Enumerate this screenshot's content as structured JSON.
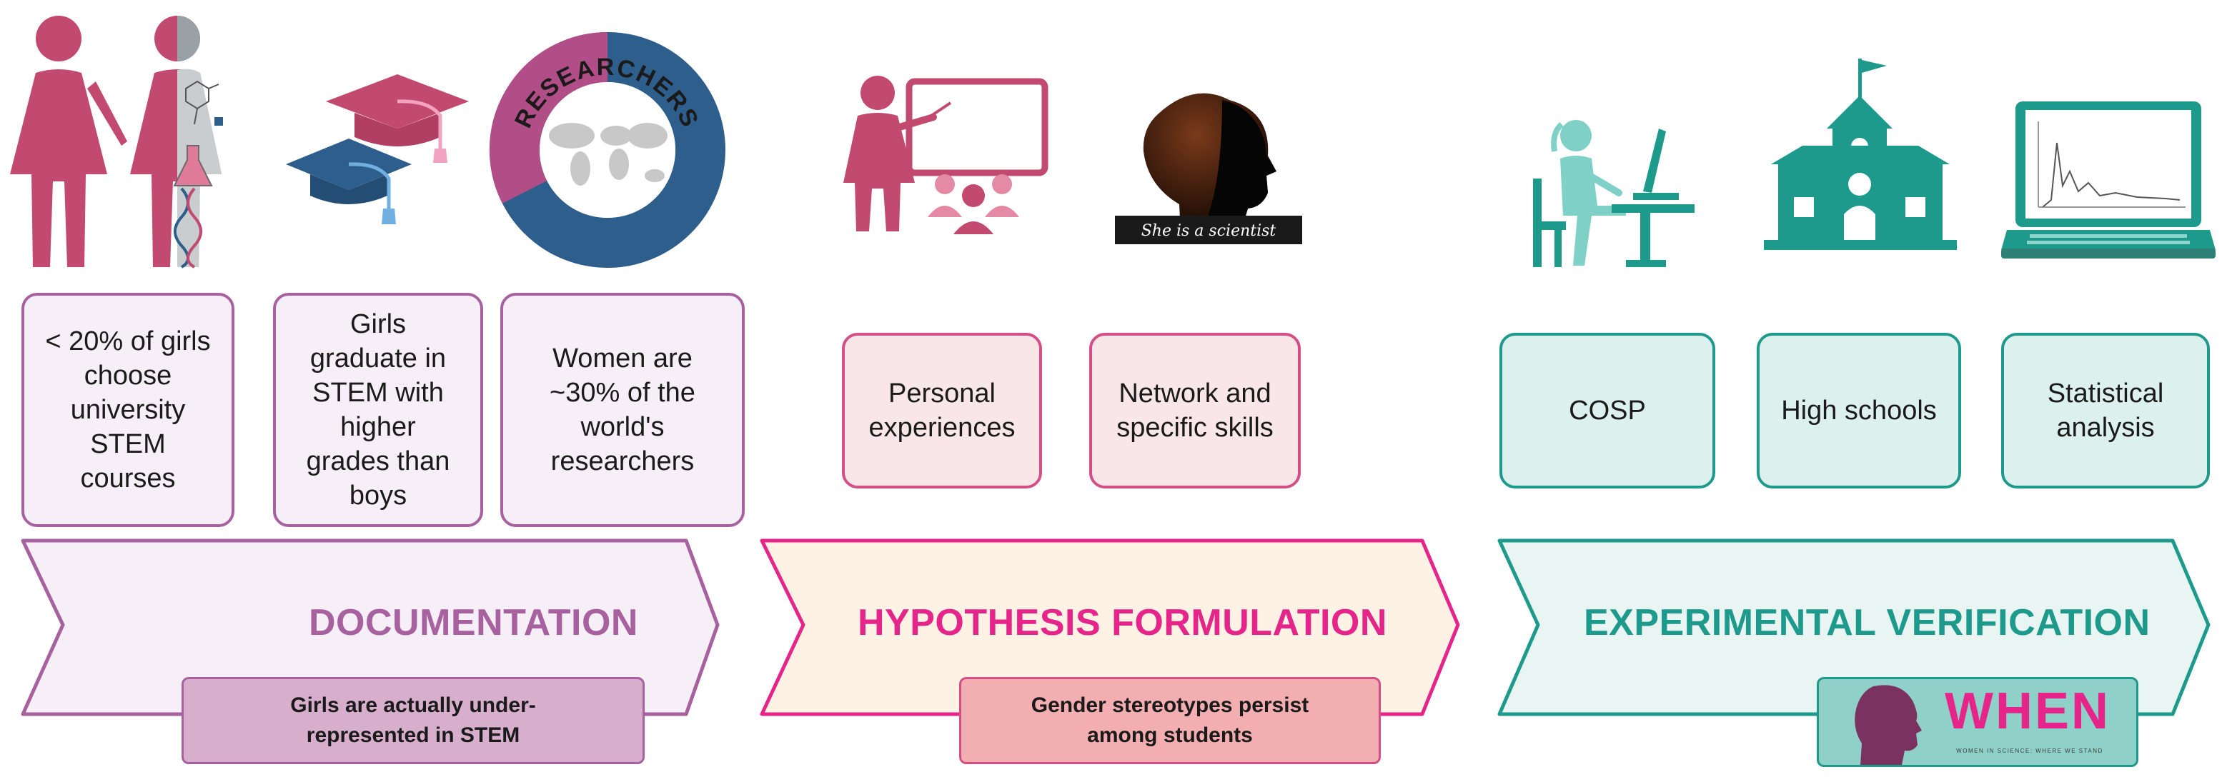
{
  "stages": [
    {
      "title": "DOCUMENTATION",
      "note": [
        "Girls are actually under-",
        "represented in STEM"
      ],
      "cards": [
        [
          "< 20% of girls",
          "choose",
          "university",
          "STEM",
          "courses"
        ],
        [
          "Girls",
          "graduate in",
          "STEM with",
          "higher",
          "grades than",
          "boys"
        ],
        [
          "Women are",
          "~30% of the",
          "world's",
          "researchers"
        ]
      ]
    },
    {
      "title": "HYPOTHESIS FORMULATION",
      "note": [
        "Gender stereotypes persist",
        "among students"
      ],
      "cards": [
        [
          "Personal",
          "experiences"
        ],
        [
          "Network and",
          "specific skills"
        ]
      ]
    },
    {
      "title": "EXPERIMENTAL VERIFICATION",
      "cards": [
        [
          "COSP"
        ],
        [
          "High schools"
        ],
        [
          "Statistical",
          "analysis"
        ]
      ]
    }
  ],
  "icons": {
    "researchers_ring_label": "RESEARCHERS",
    "scientist_caption": "She is a scientist",
    "logo_text": "WHEN",
    "logo_subtext": "WOMEN IN SCIENCE: WHERE WE STAND"
  },
  "colors": {
    "documentation": "#a8619f",
    "hypothesis": "#e5258a",
    "verification": "#1e9a8c",
    "icon_pink": "#c2496f",
    "icon_blue": "#2e5e8c",
    "icon_teal": "#1e9a8c"
  }
}
